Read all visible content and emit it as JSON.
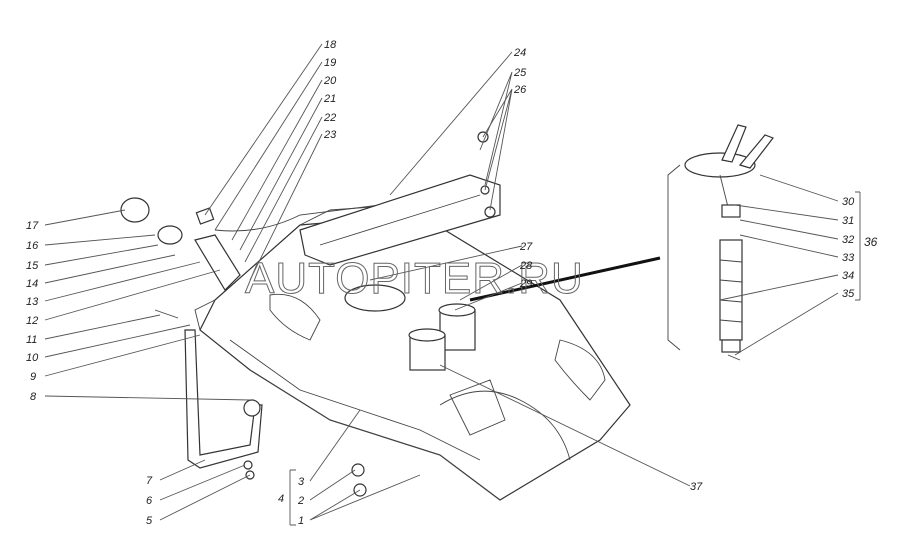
{
  "diagram": {
    "labels": {
      "l1": "1",
      "l2": "2",
      "l3": "3",
      "l4": "4",
      "l5": "5",
      "l6": "6",
      "l7": "7",
      "l8": "8",
      "l9": "9",
      "l10": "10",
      "l11": "11",
      "l12": "12",
      "l13": "13",
      "l14": "14",
      "l15": "15",
      "l16": "16",
      "l17": "17",
      "l18": "18",
      "l19": "19",
      "l20": "20",
      "l21": "21",
      "l22": "22",
      "l23": "23",
      "l24": "24",
      "l25": "25",
      "l26": "26",
      "l27": "27",
      "l28": "28",
      "l29": "29",
      "l30": "30",
      "l31": "31",
      "l32": "32",
      "l33": "33",
      "l34": "34",
      "l35": "35",
      "l36": "36",
      "l37": "37"
    },
    "watermark": "AUTOPITER.RU"
  }
}
